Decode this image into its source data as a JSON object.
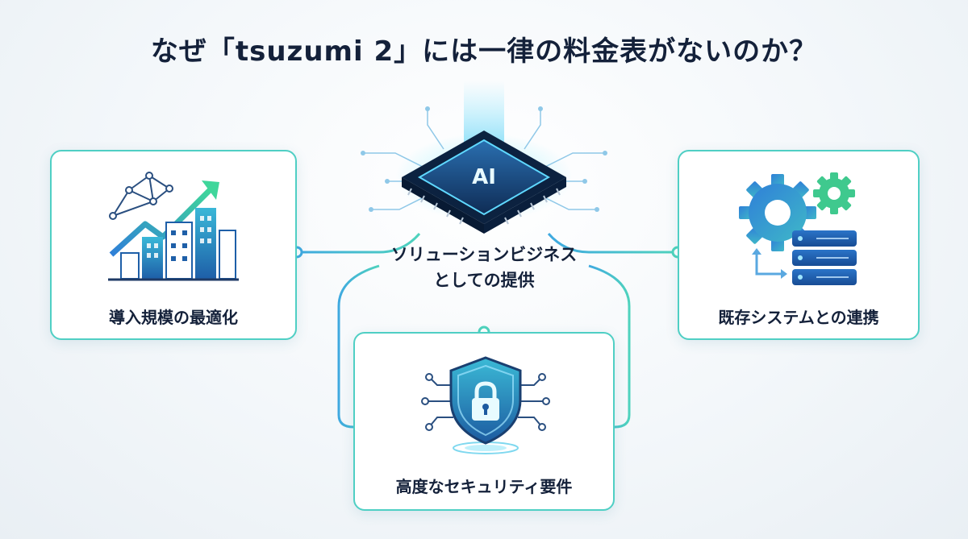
{
  "title": "なぜ「tsuzumi 2」には一律の料金表がないのか？",
  "center": {
    "chip_text": "AI",
    "label_line1": "ソリューションビジネス",
    "label_line2": "としての提供"
  },
  "cards": {
    "left": {
      "label": "導入規模の最適化",
      "icon": "growth-city-icon"
    },
    "right": {
      "label": "既存システムとの連携",
      "icon": "gears-server-icon"
    },
    "bottom": {
      "label": "高度なセキュリティ要件",
      "icon": "security-shield-icon"
    }
  },
  "colors": {
    "accent_teal": "#4fcfc4",
    "accent_blue": "#2f7fd8",
    "text_dark": "#14213a"
  }
}
